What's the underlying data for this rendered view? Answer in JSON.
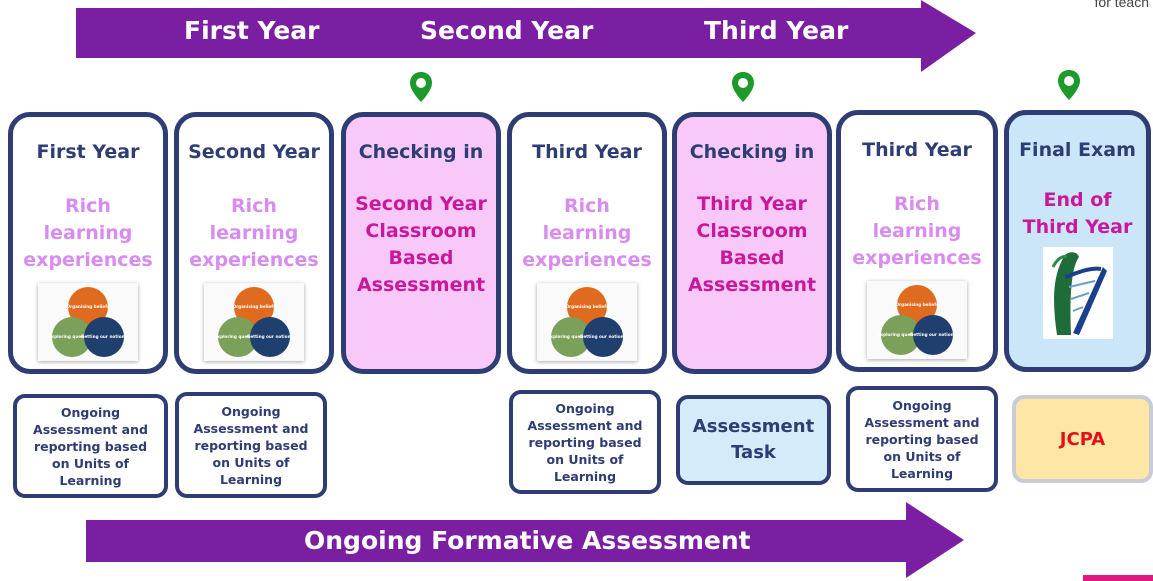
{
  "corner_text": "for teach",
  "top_arrow": {
    "labels": [
      "First Year",
      "Second Year",
      "Third Year"
    ],
    "color": "#7b1fa2"
  },
  "bottom_arrow": {
    "label": "Ongoing Formative Assessment",
    "color": "#7b1fa2"
  },
  "colors": {
    "navy": "#2e3d73",
    "pink_fill": "#f8c9f8",
    "blue_fill": "#cbe6f8",
    "light_purple_text": "#d88cf0",
    "magenta_text": "#c8199c",
    "pin_green": "#1e9a2c",
    "jcpa_fill": "#fde6a6",
    "jcpa_text": "#e3101c"
  },
  "cards": [
    {
      "title": "First Year",
      "body": [
        "Rich",
        "learning",
        "experiences"
      ],
      "style": "white",
      "graphic": "venn"
    },
    {
      "title": "Second Year",
      "body": [
        "Rich",
        "learning",
        "experiences"
      ],
      "style": "white",
      "graphic": "venn"
    },
    {
      "title": "Checking in",
      "body": [
        "Second Year",
        "Classroom",
        "Based",
        "Assessment"
      ],
      "style": "pink",
      "graphic": "none"
    },
    {
      "title": "Third Year",
      "body": [
        "Rich",
        "learning",
        "experiences"
      ],
      "style": "white",
      "graphic": "venn"
    },
    {
      "title": "Checking in",
      "body": [
        "Third Year",
        "Classroom",
        "Based",
        "Assessment"
      ],
      "style": "pink",
      "graphic": "none"
    },
    {
      "title": "Third Year",
      "body": [
        "Rich",
        "learning",
        "experiences"
      ],
      "style": "white",
      "graphic": "venn"
    },
    {
      "title": "Final Exam",
      "body": [
        "End of",
        "Third Year"
      ],
      "style": "blue",
      "graphic": "harp-logo"
    }
  ],
  "venn_labels": [
    "Organising beliefs",
    "Exploring questions",
    "Getting our notions"
  ],
  "bottom_boxes": [
    {
      "lines": [
        "Ongoing",
        "Assessment and",
        "reporting based",
        "on Units of",
        "Learning"
      ],
      "style": "plain"
    },
    {
      "lines": [
        "Ongoing",
        "Assessment and",
        "reporting based",
        "on Units of",
        "Learning"
      ],
      "style": "plain"
    },
    {
      "lines": [
        "Ongoing",
        "Assessment and",
        "reporting based",
        "on Units of",
        "Learning"
      ],
      "style": "plain"
    },
    {
      "lines": [
        "Assessment",
        "Task"
      ],
      "style": "task"
    },
    {
      "lines": [
        "Ongoing",
        "Assessment and",
        "reporting based",
        "on Units of",
        "Learning"
      ],
      "style": "plain"
    },
    {
      "lines": [
        "JCPA"
      ],
      "style": "jcpa"
    }
  ]
}
